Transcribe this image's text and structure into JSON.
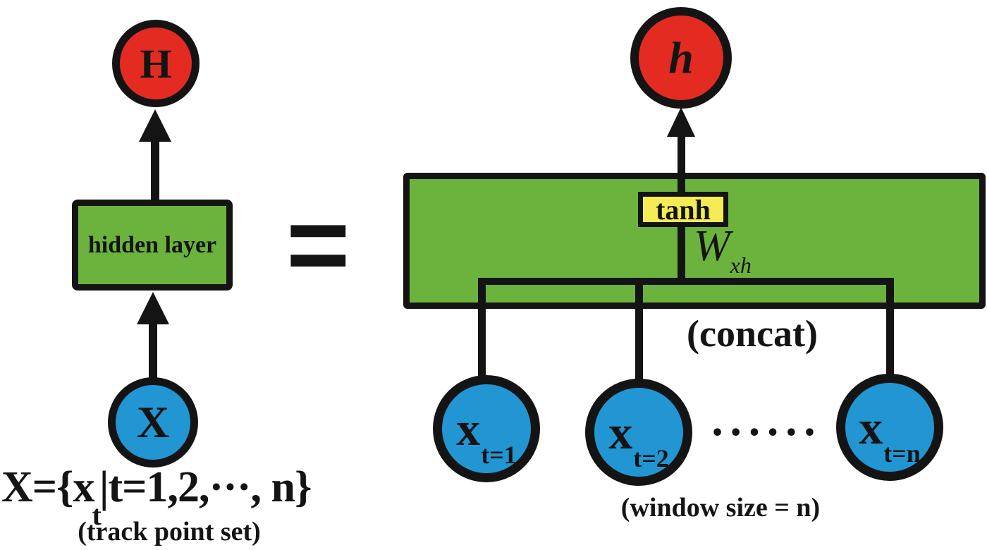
{
  "left": {
    "output_node_label": "H",
    "hidden_layer_label": "hidden layer",
    "input_node_label": "X",
    "formula": {
      "prefix": "X={x",
      "sub": "t",
      "suffix": "|t=1,2,···, n}"
    },
    "caption": "(track point set)"
  },
  "equals_symbol": "=",
  "right": {
    "output_node_label": "h",
    "activation_label": "tanh",
    "weight_label": {
      "base": "W",
      "sub": "xh"
    },
    "concat_label": "(concat)",
    "input_nodes": [
      {
        "base": "x",
        "sub": "t=1"
      },
      {
        "base": "x",
        "sub": "t=2"
      },
      {
        "base": "x",
        "sub": "t=n"
      }
    ],
    "ellipsis": "••••••",
    "caption": "(window size = n)"
  },
  "colors": {
    "node-red": "#e32b22",
    "node-blue": "#2196d3",
    "box-green": "#6cb33e",
    "box-yellow": "#f3ec55",
    "line-black": "#141414"
  }
}
